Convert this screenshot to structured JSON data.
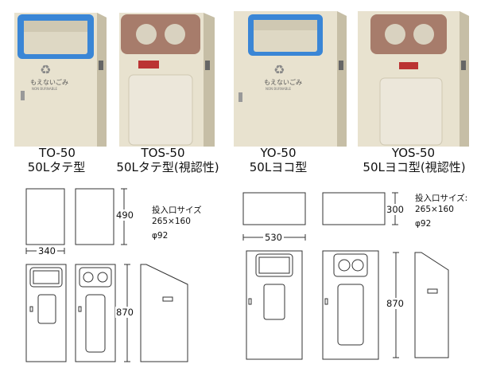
{
  "colors": {
    "body_cream": "#e6e0cc",
    "body_shadow": "#c9c2aa",
    "blue_rim": "#2f7fd0",
    "brown_rim": "#a57a6a",
    "line": "#333333"
  },
  "products": [
    {
      "model": "TO-50",
      "desc": "50Lタテ型",
      "sticker": "もえないごみ",
      "sticker_sub": "NON BURNABLE"
    },
    {
      "model": "TOS-50",
      "desc": "50Lタテ型(視認性)"
    },
    {
      "model": "YO-50",
      "desc": "50Lヨコ型",
      "sticker": "もえないごみ",
      "sticker_sub": "NON BURNABLE"
    },
    {
      "model": "YOS-50",
      "desc": "50Lヨコ型(視認性)"
    }
  ],
  "diagrams": {
    "tate": {
      "depth": "490",
      "width": "340",
      "height": "870",
      "opening_label": "投入口サイズ",
      "opening_size": "265×160",
      "hole": "φ92"
    },
    "yoko": {
      "depth": "300",
      "width": "530",
      "height": "870",
      "opening_label": "投入口サイズ:",
      "opening_size": "265×160",
      "hole": "φ92"
    }
  }
}
